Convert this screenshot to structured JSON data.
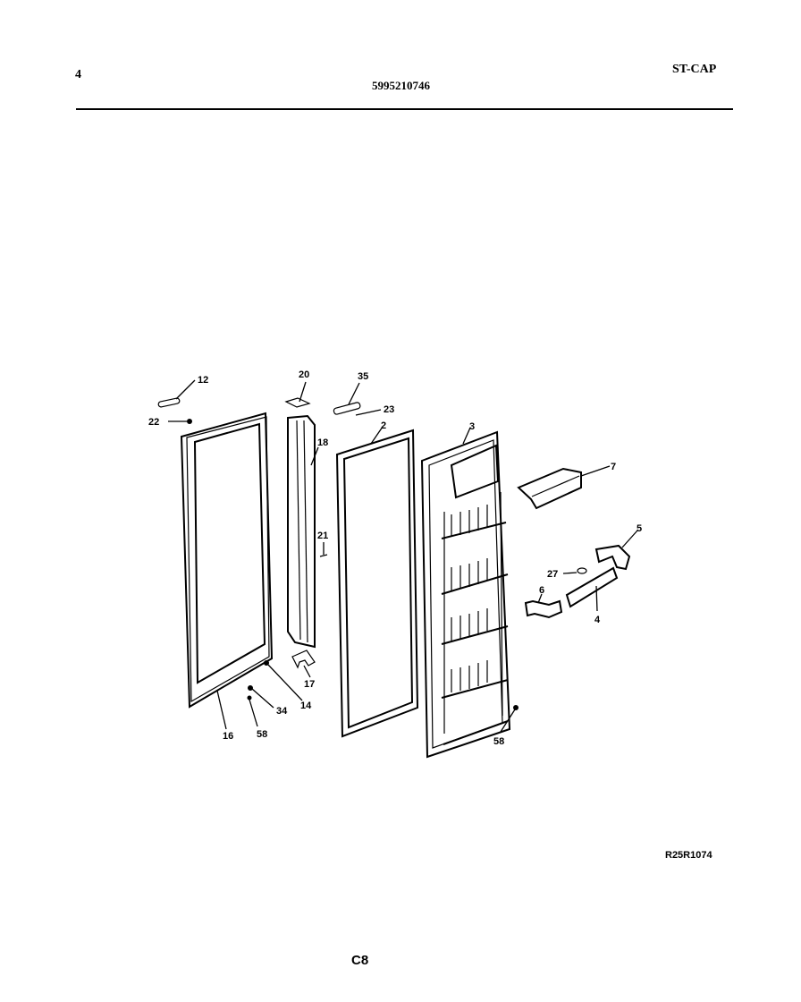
{
  "header": {
    "page_number": "4",
    "part_number": "5995210746",
    "section": "ST-CAP"
  },
  "diagram": {
    "callouts": [
      "12",
      "20",
      "35",
      "23",
      "22",
      "18",
      "2",
      "3",
      "7",
      "5",
      "27",
      "6",
      "4",
      "21",
      "17",
      "14",
      "34",
      "58",
      "16",
      "58"
    ],
    "drawing_id": "R25R1074"
  },
  "footer": {
    "page_code": "C8"
  }
}
